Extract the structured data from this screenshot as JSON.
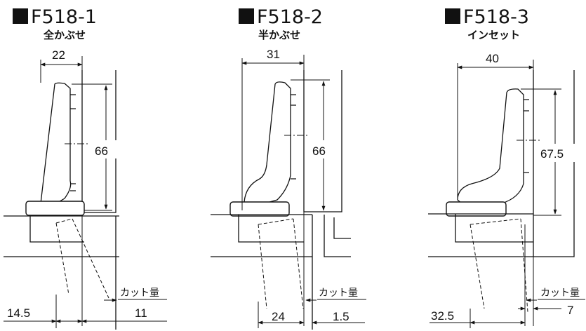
{
  "diagrams": [
    {
      "code": "F518-1",
      "subtitle": "全かぶせ",
      "dim_top": "22",
      "dim_height": "66",
      "cut_label": "カット量",
      "dim_left": "14.5",
      "dim_right": "11"
    },
    {
      "code": "F518-2",
      "subtitle": "半かぶせ",
      "dim_top": "31",
      "dim_height": "66",
      "cut_label": "カット量",
      "dim_left": "24",
      "dim_right": "1.5"
    },
    {
      "code": "F518-3",
      "subtitle": "インセット",
      "dim_top": "40",
      "dim_height": "67.5",
      "cut_label": "カット量",
      "dim_left": "32.5",
      "dim_right": "7"
    }
  ]
}
